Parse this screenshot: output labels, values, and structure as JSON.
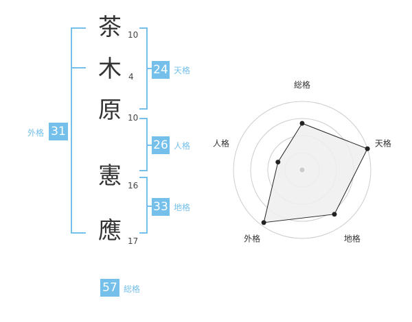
{
  "name_chars": [
    {
      "char": "茶",
      "strokes": "10"
    },
    {
      "char": "木",
      "strokes": "4"
    },
    {
      "char": "原",
      "strokes": "10"
    },
    {
      "char": "憲",
      "strokes": "16"
    },
    {
      "char": "應",
      "strokes": "17"
    }
  ],
  "fortune": {
    "tenkaku": {
      "value": "24",
      "label": "天格"
    },
    "jinkaku": {
      "value": "26",
      "label": "人格"
    },
    "chikaku": {
      "value": "33",
      "label": "地格"
    },
    "gaikaku": {
      "value": "31",
      "label": "外格"
    },
    "soukaku": {
      "value": "57",
      "label": "総格"
    }
  },
  "chart_data": {
    "type": "radar",
    "axes": [
      "総格",
      "天格",
      "地格",
      "外格",
      "人格"
    ],
    "values": [
      0.68,
      1.0,
      0.8,
      0.95,
      0.37
    ],
    "rings": 4
  },
  "colors": {
    "accent": "#74c0ea",
    "text": "#333333",
    "radar_fill": "#eeeeee",
    "radar_stroke": "#222222",
    "ring": "#cccccc"
  }
}
